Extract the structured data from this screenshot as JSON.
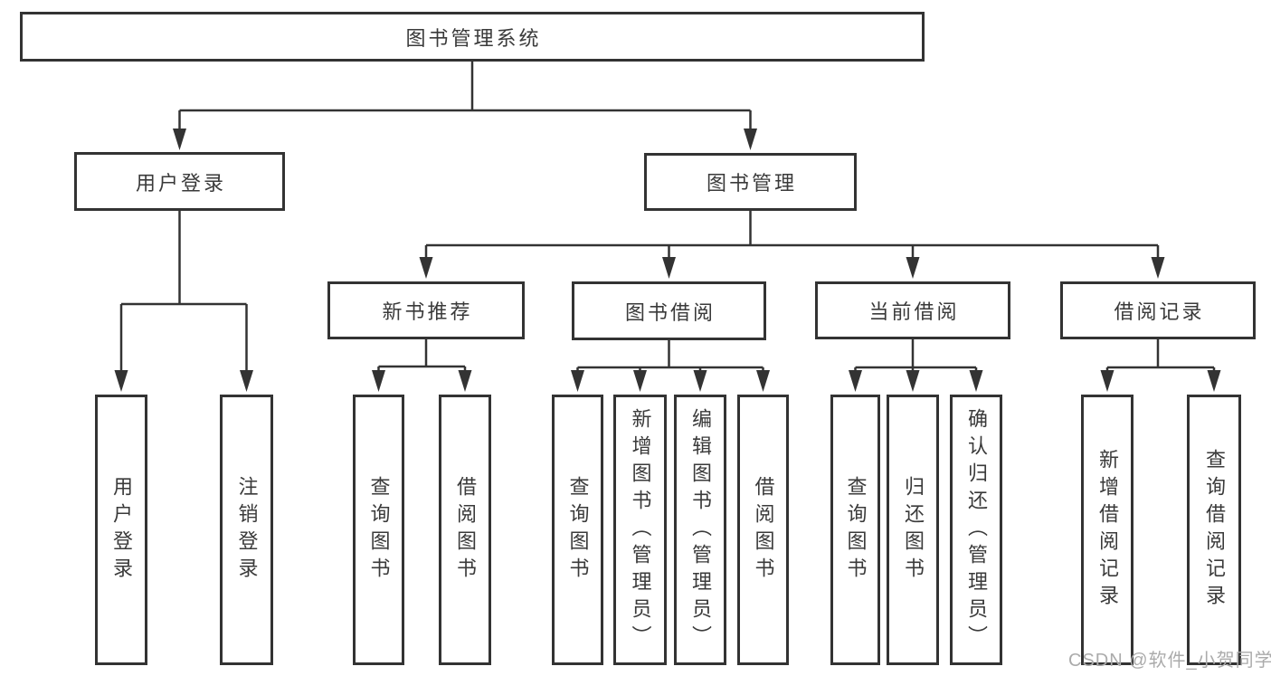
{
  "tree": {
    "root": "图书管理系统",
    "level2": [
      {
        "label": "用户登录",
        "children": [
          "用户登录",
          "注销登录"
        ]
      },
      {
        "label": "图书管理"
      }
    ],
    "level3": [
      {
        "label": "新书推荐",
        "children": [
          "查询图书",
          "借阅图书"
        ]
      },
      {
        "label": "图书借阅",
        "children": [
          "查询图书",
          "新增图书（管理员）",
          "编辑图书（管理员）",
          "借阅图书"
        ]
      },
      {
        "label": "当前借阅",
        "children": [
          "查询图书",
          "归还图书",
          "确认归还（管理员）"
        ]
      },
      {
        "label": "借阅记录",
        "children": [
          "新增借阅记录",
          "查询借阅记录"
        ]
      }
    ]
  },
  "watermark": "CSDN @软件_小贺同学",
  "colors": {
    "line": "#333333",
    "box_border": "#333333",
    "box_fill": "#ffffff",
    "text": "#3a3a3a",
    "watermark": "#ababab",
    "background": "#ffffff"
  }
}
